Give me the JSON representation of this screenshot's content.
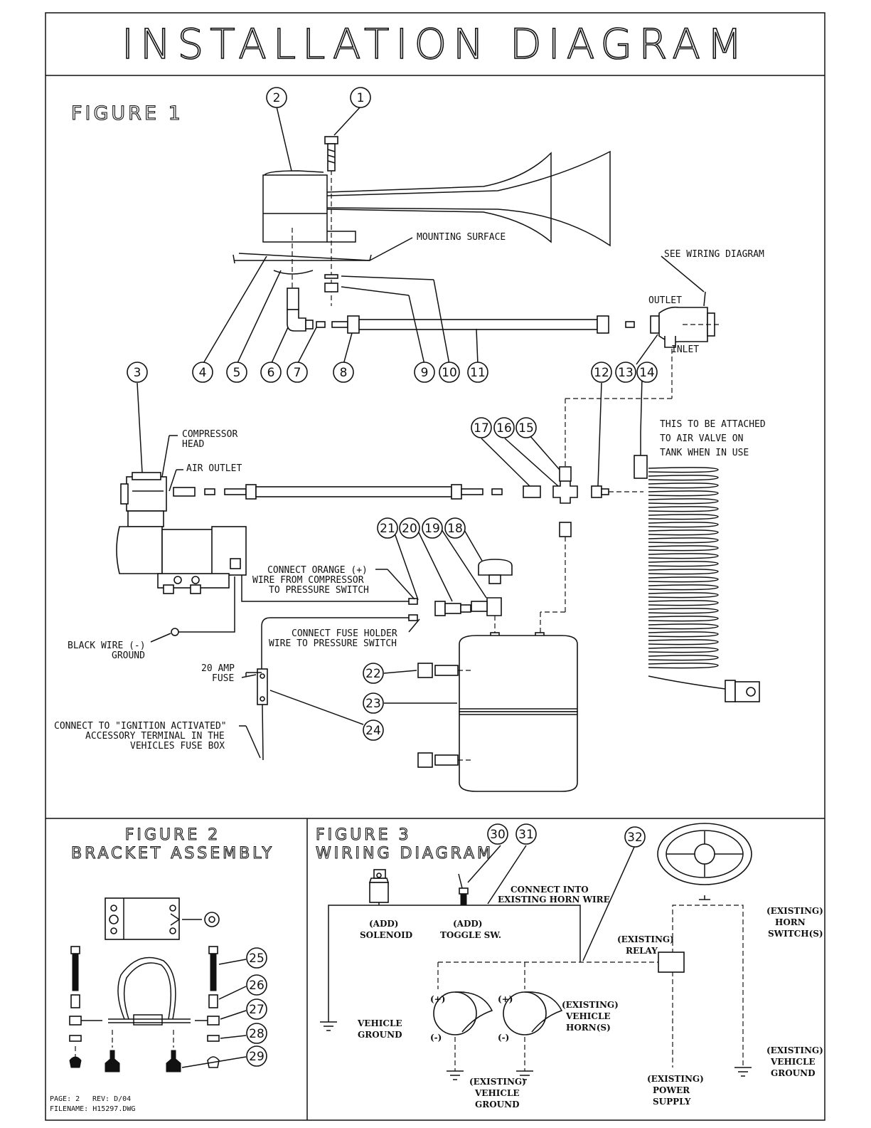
{
  "title": "INSTALLATION DIAGRAM",
  "figure1": {
    "label": "FIGURE 1",
    "callouts": {
      "mounting_surface": "MOUNTING SURFACE",
      "see_wiring": "SEE WIRING DIAGRAM",
      "outlet": "OUTLET",
      "inlet": "INLET",
      "attach_1": "THIS TO BE ATTACHED",
      "attach_2": "TO AIR VALVE ON",
      "attach_3": "TANK WHEN IN USE",
      "compressor_head_1": "COMPRESSOR",
      "compressor_head_2": "HEAD",
      "air_outlet": "AIR OUTLET",
      "orange_1": "CONNECT ORANGE (+)",
      "orange_2": "WIRE FROM COMPRESSOR",
      "orange_3": "TO PRESSURE SWITCH",
      "fuse_holder_1": "CONNECT FUSE HOLDER",
      "fuse_holder_2": "WIRE TO PRESSURE SWITCH",
      "black_wire_1": "BLACK WIRE (-)",
      "black_wire_2": "GROUND",
      "fuse_1": "20 AMP",
      "fuse_2": "FUSE",
      "ignition_1": "CONNECT TO \"IGNITION ACTIVATED\"",
      "ignition_2": "ACCESSORY TERMINAL IN THE",
      "ignition_3": "VEHICLES FUSE BOX"
    }
  },
  "figure2": {
    "label_1": "FIGURE 2",
    "label_2": "BRACKET ASSEMBLY"
  },
  "figure3": {
    "label_1": "FIGURE 3",
    "label_2": "WIRING DIAGRAM",
    "connect_1": "CONNECT INTO",
    "connect_2": "EXISTING HORN WIRE",
    "add_1": "(ADD)",
    "solenoid": "SOLENOID",
    "add_2": "(ADD)",
    "toggle": "TOGGLE SW.",
    "relay_1": "(EXISTING)",
    "relay_2": "RELAY",
    "horn_sw_1": "(EXISTING)",
    "horn_sw_2": "HORN",
    "horn_sw_3": "SWITCH(S)",
    "horns_1": "(EXISTING)",
    "horns_2": "VEHICLE",
    "horns_3": "HORN(S)",
    "vg_1": "VEHICLE",
    "vg_2": "GROUND",
    "evg_1": "(EXISTING)",
    "evg_2": "VEHICLE",
    "evg_3": "GROUND",
    "eps_1": "(EXISTING)",
    "eps_2": "POWER",
    "eps_3": "SUPPLY",
    "evg2_1": "(EXISTING)",
    "evg2_2": "VEHICLE",
    "evg2_3": "GROUND",
    "plus": "(+)",
    "minus": "(-)"
  },
  "footer": {
    "page": "PAGE: 2",
    "rev": "REV: D/04",
    "filename": "FILENAME: H15297.DWG"
  },
  "part_numbers": [
    "1",
    "2",
    "3",
    "4",
    "5",
    "6",
    "7",
    "8",
    "9",
    "10",
    "11",
    "12",
    "13",
    "14",
    "15",
    "16",
    "17",
    "18",
    "19",
    "20",
    "21",
    "22",
    "23",
    "24",
    "25",
    "26",
    "27",
    "28",
    "29",
    "30",
    "31",
    "32"
  ]
}
